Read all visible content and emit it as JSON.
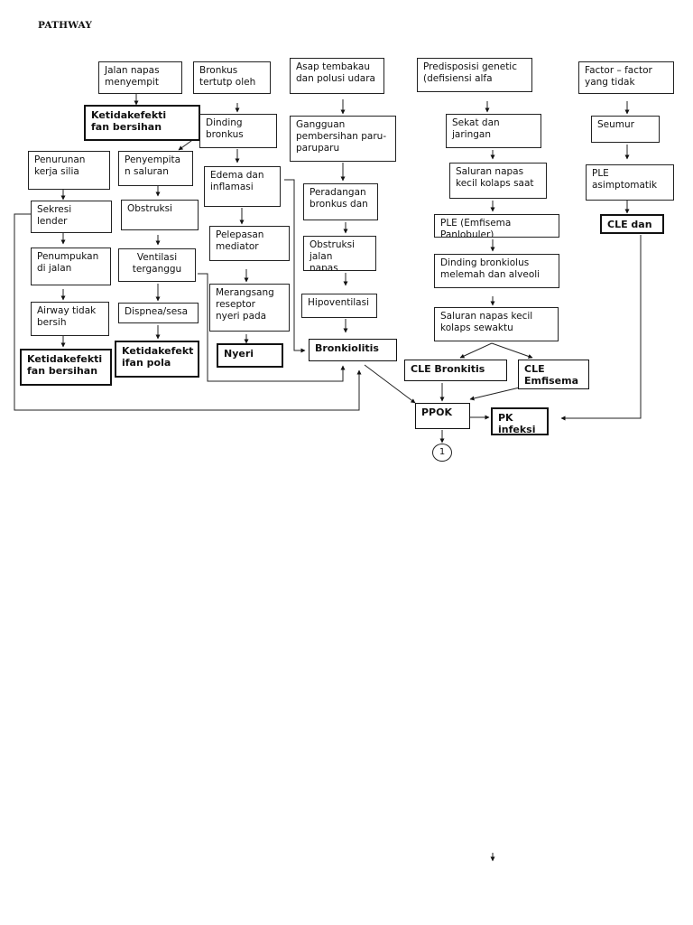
{
  "title": "PATHWAY",
  "nodes": {
    "jalan_napas": "Jalan napas\nmenyempit",
    "bronkus_tertutup": "Bronkus\ntertutp oleh",
    "asap": "Asap tembakau\ndan polusi udara",
    "predisposisi": "Predisposisi genetic\n(defisiensi alfa",
    "factor": "Factor – factor\nyang tidak",
    "ketidak1": "Ketidakefekti\nfan bersihan",
    "dinding_bronkus": "Dinding\nbronkus",
    "gangguan": "Gangguan\npembersihan paru-\nparuparu",
    "sekat": "Sekat dan\njaringan",
    "seumur": "Seumur",
    "penurunan": "Penurunan\nkerja silia",
    "penyempitan": "Penyempita\nn saluran",
    "edema": "Edema dan\ninflamasi",
    "saluran_kolaps": "Saluran napas\nkecil kolaps saat",
    "ple_asim": "PLE\nasimptomatik",
    "sekresi": "Sekresi\nlender",
    "obstruksi": "Obstruksi",
    "peradangan": "Peradangan\nbronkus dan",
    "ple_emfisema": "PLE (Emfisema\nPanlobuler)",
    "cle_dan": "CLE dan",
    "pelepasan": "Pelepasan\nmediator",
    "obstruksi_jalan": "Obstruksi jalan\nnapas akibat",
    "penumpukan": "Penumpukan\ndi jalan",
    "ventilasi": "Ventilasi\nterganggu",
    "dinding_bronkiolus": "Dinding bronkiolus\nmelemah dan alveoli",
    "merangsang": "Merangsang\nreseptor\nnyeri pada",
    "hipoventilasi": "Hipoventilasi",
    "saluran_sewaktu": "Saluran napas kecil\nkolaps sewaktu",
    "airway": "Airway tidak\nbersih",
    "dispnea": "Dispnea/sesa",
    "nyeri": "Nyeri",
    "bronkiolitis": "Bronkiolitis",
    "ketidak2": "Ketidakefekti\nfan bersihan",
    "ketidak3": "Ketidakefekt\nifan pola",
    "cle_bronkitis": "CLE Bronkitis",
    "cle_emfisema": "CLE\nEmfisema",
    "ppok": "PPOK",
    "pk_infeksi": "PK\ninfeksi",
    "connector": "1"
  }
}
